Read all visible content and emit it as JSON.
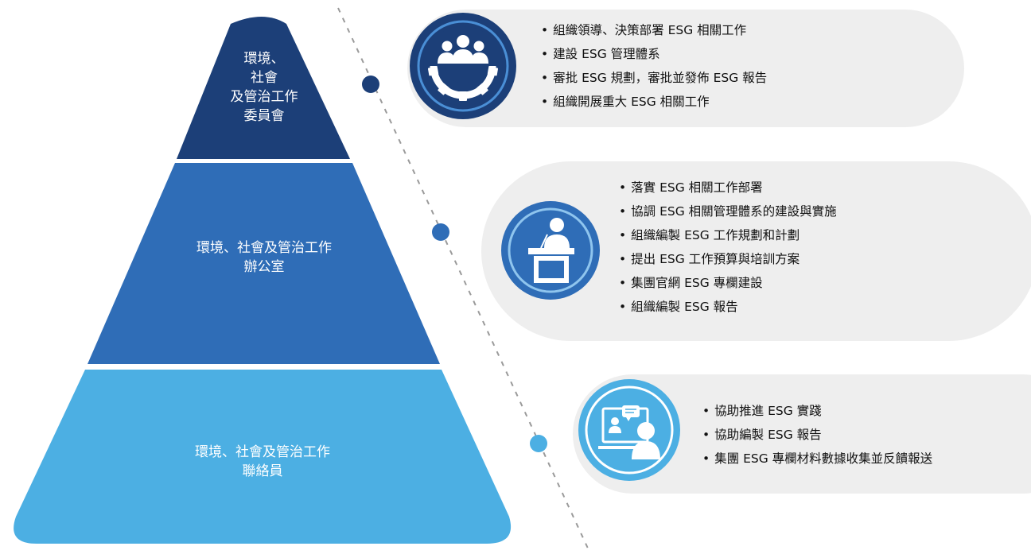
{
  "colors": {
    "tier_top": "#1c3f78",
    "tier_mid": "#2f6db7",
    "tier_bottom": "#4cafe3",
    "panel_bg": "#eeeeee",
    "dash_line": "#9a9a9a",
    "dot_top": "#1c3f78",
    "dot_mid": "#2f6db7",
    "dot_bottom": "#4cafe3"
  },
  "tiers": [
    {
      "label_lines": [
        "環境、",
        "社會",
        "及管治工作",
        "委員會"
      ],
      "icon": "gear-team-icon",
      "items": [
        "組織領導、決策部署 ESG 相關工作",
        "建設 ESG 管理體系",
        "審批 ESG 規劃，審批並發佈 ESG 報告",
        "組織開展重大 ESG 相關工作"
      ]
    },
    {
      "label_lines": [
        "環境、社會及管治工作",
        "辦公室"
      ],
      "icon": "podium-speaker-icon",
      "items": [
        "落實 ESG 相關工作部署",
        "協調 ESG 相關管理體系的建設與實施",
        "組織編製 ESG 工作規劃和計劃",
        "提出 ESG 工作預算與培訓方案",
        "集團官網 ESG 專欄建設",
        "組織編製 ESG 報告"
      ]
    },
    {
      "label_lines": [
        "環境、社會及管治工作",
        "聯絡員"
      ],
      "icon": "video-call-icon",
      "items": [
        "協助推進 ESG 實踐",
        "協助編製 ESG 報告",
        "集團 ESG 專欄材料數據收集並反饋報送"
      ]
    }
  ]
}
